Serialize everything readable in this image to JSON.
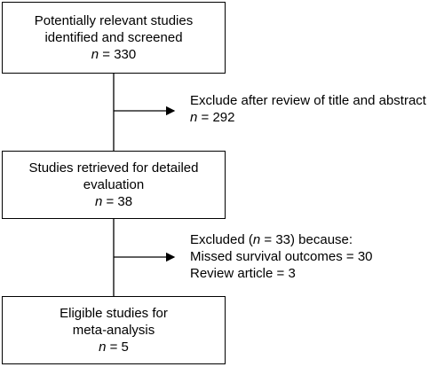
{
  "flow": {
    "step1": {
      "line1": "Potentially relevant studies",
      "line2": "identified and screened",
      "n_symbol": "n",
      "n_value": " = 330"
    },
    "exclusion1": {
      "line1": "Exclude after review of title and abstract",
      "n_symbol": "n",
      "n_value": " = 292"
    },
    "step2": {
      "line1": "Studies retrieved for detailed",
      "line2": "evaluation",
      "n_symbol": "n",
      "n_value": " = 38"
    },
    "exclusion2": {
      "line1_prefix": "Excluded (",
      "n_symbol": "n",
      "line1_suffix": " = 33) because:",
      "line2": "Missed survival outcomes = 30",
      "line3": "Review article = 3"
    },
    "step3": {
      "line1": "Eligible studies for",
      "line2": "meta-analysis",
      "n_symbol": "n",
      "n_value": " = 5"
    }
  }
}
